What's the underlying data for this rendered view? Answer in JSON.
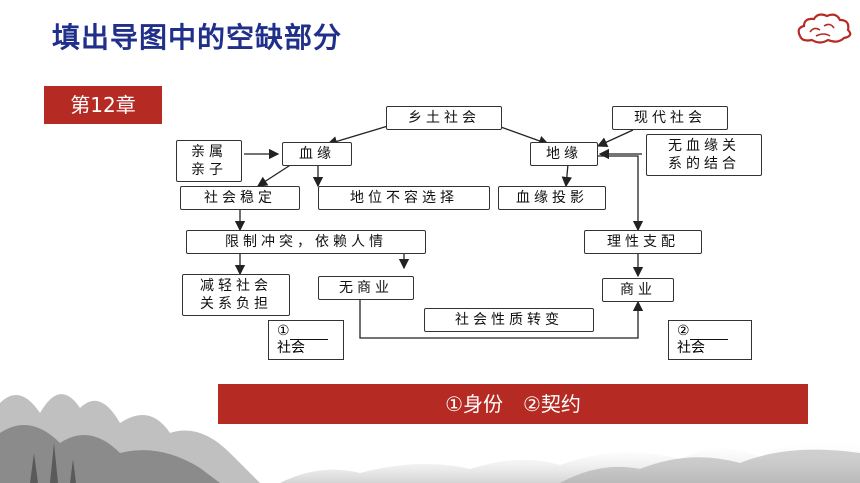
{
  "title": "填出导图中的空缺部分",
  "chapter": "第12章",
  "nodes": {
    "rural": "乡土社会",
    "modern": "现代社会",
    "kin": "亲属\n亲子",
    "blood": "血缘",
    "geo": "地缘",
    "no_blood": "无血缘关\n系的结合",
    "stable": "社会稳定",
    "status": "地位不容选择",
    "projection": "血缘投影",
    "limit": "限制冲突，依赖人情",
    "rational": "理性支配",
    "reduce": "减轻社会\n关系负担",
    "no_commerce": "无商业",
    "commerce": "商业",
    "change": "社会性质转变",
    "blank1_num": "①",
    "blank1_label": "社会",
    "blank2_num": "②",
    "blank2_label": "社会"
  },
  "answer": "①身份　②契约"
}
